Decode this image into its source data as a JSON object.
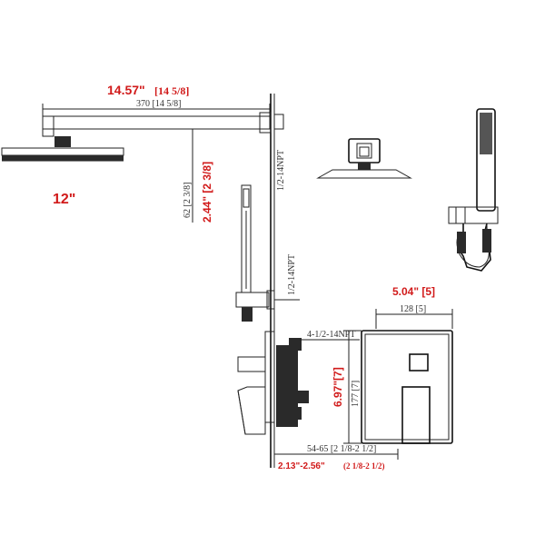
{
  "labels": {
    "arm_total_red": "14.57\"",
    "arm_total_red_frac": "[14 5/8]",
    "arm_len_black": "370 [14 5/8]",
    "head_size_red": "12\"",
    "drop_black": "62 [2 3/8]",
    "drop_red": "2.44\" [2 3/8]",
    "npt_top": "1/2-14NPT",
    "npt_mid": "1/2-14NPT",
    "npt_valve": "4-1/2-14NPT",
    "plate_w_red": "5.04\" [5]",
    "plate_w_black": "128 [5]",
    "plate_h_red": "6.97\"[7]",
    "plate_h_black": "177 [7]",
    "depth_black": "54-65 [2 1/8-2 1/2]",
    "depth_red": "2.13\"-2.56\"",
    "depth_red_frac": "(2 1/8-2 1/2)"
  },
  "colors": {
    "dimension_red": "#d11a1a",
    "line": "#222222"
  }
}
